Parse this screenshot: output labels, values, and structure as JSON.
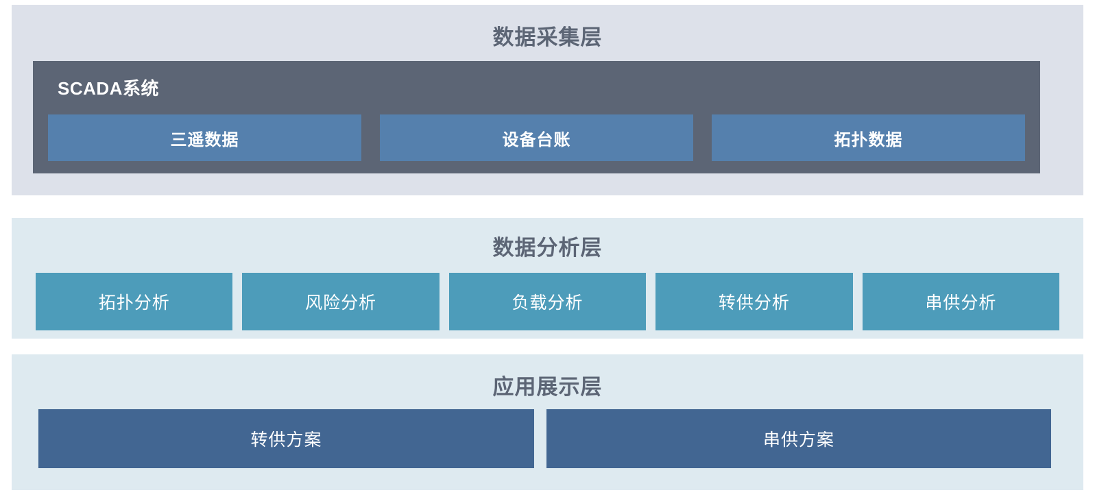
{
  "diagram": {
    "title_color": "#5c6575",
    "layers": [
      {
        "id": "data-acquisition",
        "title": "数据采集层",
        "background": "#dde1ea",
        "group": {
          "label": "SCADA系统",
          "background": "#5c6575",
          "items": [
            {
              "label": "三遥数据",
              "color": "#5580ad"
            },
            {
              "label": "设备台账",
              "color": "#5580ad"
            },
            {
              "label": "拓扑数据",
              "color": "#5580ad"
            }
          ]
        }
      },
      {
        "id": "data-analysis",
        "title": "数据分析层",
        "background": "#deeaf0",
        "items": [
          {
            "label": "拓扑分析",
            "color": "#4d9cba"
          },
          {
            "label": "风险分析",
            "color": "#4d9cba"
          },
          {
            "label": "负载分析",
            "color": "#4d9cba"
          },
          {
            "label": "转供分析",
            "color": "#4d9cba"
          },
          {
            "label": "串供分析",
            "color": "#4d9cba"
          }
        ]
      },
      {
        "id": "application-presentation",
        "title": "应用展示层",
        "background": "#deeaf0",
        "items": [
          {
            "label": "转供方案",
            "color": "#426692"
          },
          {
            "label": "串供方案",
            "color": "#426692"
          }
        ]
      }
    ]
  }
}
